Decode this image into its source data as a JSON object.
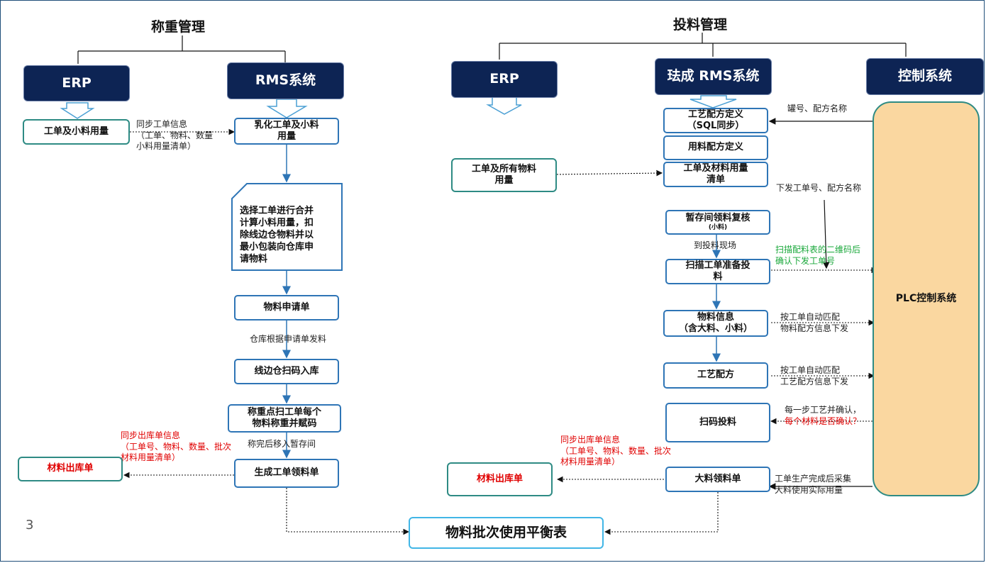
{
  "page_number": "3",
  "weighing": {
    "title": "称重管理",
    "erp": "ERP",
    "rms": "RMS系统",
    "wo_small": "工单及小料用量",
    "sync_wo": "同步工单信息\n（工单、物料、数量\n小料用量清单）",
    "emulsify": "乳化工单及小料\n用量",
    "merge": "选择工单进行合并\n计算小料用量，扣\n除线边仓物料并以\n最小包装向仓库申\n请物料",
    "req": "物料申请单",
    "wh_issue": "仓库根据申请单发料",
    "scan_in": "线边仓扫码入库",
    "weigh": "称重点扫工单每个\n物料称重并赋码",
    "move_temp": "称完后移入暂存间",
    "pick": "生成工单领料单",
    "sync_out": "同步出库单信息\n（工单号、物料、数量、批次\n材料用量清单）",
    "out": "材料出库单"
  },
  "feeding": {
    "title": "投料管理",
    "erp": "ERP",
    "rms": "珐成 RMS系统",
    "ctrl": "控制系统",
    "wo_all": "工单及所有物料\n用量",
    "recipe_def": "工艺配方定义\n（SQL同步）",
    "mat_recipe": "用料配方定义",
    "wo_usage": "工单及材料用量\n清单",
    "tank": "罐号、配方名称",
    "issue_wo": "下发工单号、配方名称",
    "temp_check": "暂存间领料复核",
    "temp_check_sub": "(小料)",
    "to_site": "到投料现场",
    "scan_prep": "扫描工单准备投\n料",
    "scan_qr": "扫描配料表的二维码后\n确认下发工单号",
    "mat_info": "物料信息\n（含大料、小料）",
    "auto_mat": "按工单自动匹配\n物料配方信息下发",
    "craft": "工艺配方",
    "auto_craft": "按工单自动匹配\n工艺配方信息下发",
    "scan_feed": "扫码投料",
    "step_confirm": "每一步工艺并确认，",
    "mat_confirm": "每个材料是否确认？",
    "plc": "PLC控制系统",
    "sync_out": "同步出库单信息\n（工单号、物料、数量、批次\n材料用量清单）",
    "out": "材料出库单",
    "big_pick": "大料领料单",
    "collect": "工单生产完成后采集\n大料使用实际用量"
  },
  "balance": "物料批次使用平衡表",
  "colors": {
    "dark": "#0d2454",
    "flow": "#2e75b6",
    "teal": "#2e8b84",
    "red": "#e00000",
    "plc": "#fad7a0",
    "balance": "#41b6e6"
  }
}
